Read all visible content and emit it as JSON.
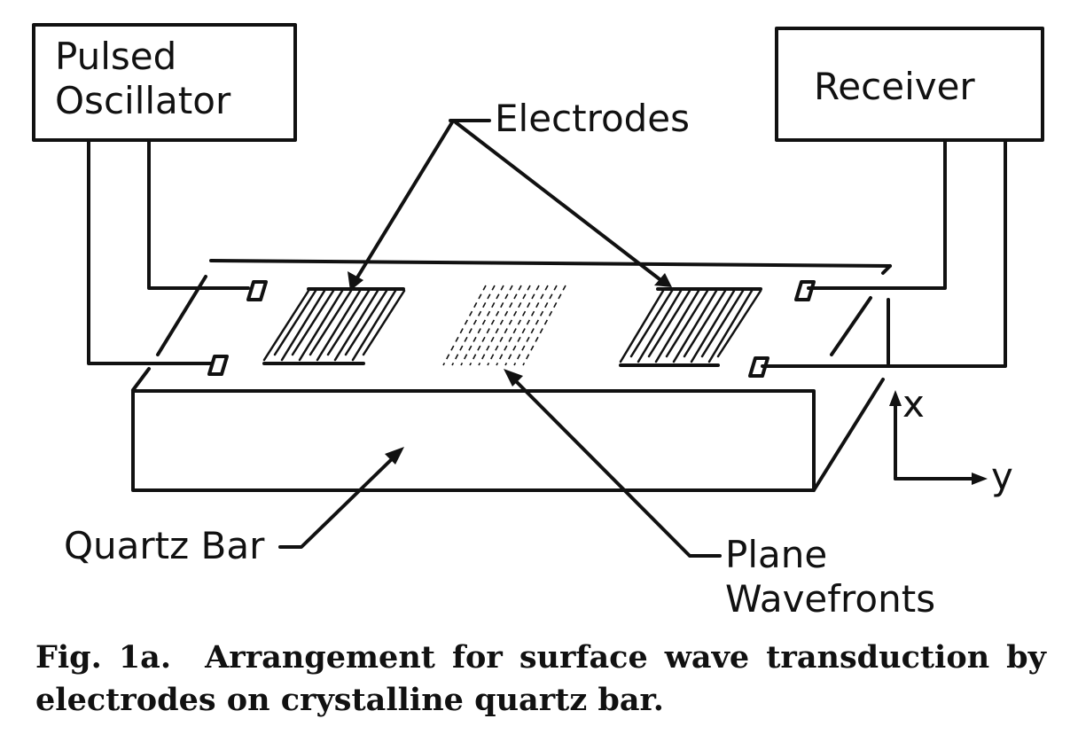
{
  "labels": {
    "oscillator_line1": "Pulsed",
    "oscillator_line2": "Oscillator",
    "receiver": "Receiver",
    "electrodes": "Electrodes",
    "quartz_bar": "Quartz Bar",
    "plane_line1": "Plane",
    "plane_line2": "Wavefronts",
    "axis_x": "x",
    "axis_y": "y"
  },
  "caption": {
    "number": "Fig. 1a.",
    "text": "Arrangement for surface wave transduction by electrodes on crystalline quartz bar."
  }
}
